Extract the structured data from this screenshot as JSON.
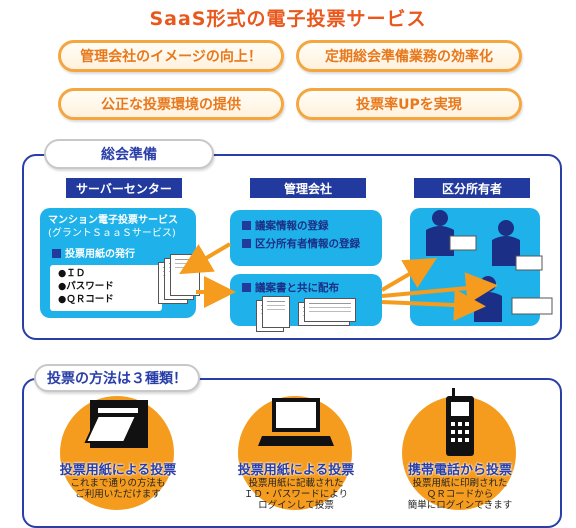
{
  "title": "SaaS形式の電子投票サービス",
  "benefits": [
    "管理会社のイメージの向上！",
    "定期総会準備業務の効率化",
    "公正な投票環境の提供",
    "投票率UPを実現"
  ],
  "prep": {
    "tab": "総会準備",
    "columns": [
      "サーバーセンター",
      "管理会社",
      "区分所有者"
    ],
    "server": {
      "service_line1": "マンション電子投票サービス",
      "service_line2": "(グラントＳａａＳサービス)",
      "issue": "投票用紙の発行",
      "items": [
        "●ＩＤ",
        "●パスワード",
        "●ＱＲコード"
      ]
    },
    "management": {
      "register1": "議案情報の登録",
      "register2": "区分所有者情報の登録",
      "distribute": "議案書と共に配布"
    }
  },
  "methods": {
    "tab": "投票の方法は３種類！",
    "items": [
      {
        "title": "投票用紙による投票",
        "desc": "これまで通りの方法も\nご利用いただけます",
        "icon": "ballot-box-icon"
      },
      {
        "title": "投票用紙による投票",
        "desc": "投票用紙に記載された\nＩＤ・パスワードにより\nログインして投票",
        "icon": "laptop-icon"
      },
      {
        "title": "携帯電話から投票",
        "desc": "投票用紙に印刷された\nＱＲコードから\n簡単にログインできます",
        "icon": "mobile-phone-icon"
      }
    ]
  }
}
